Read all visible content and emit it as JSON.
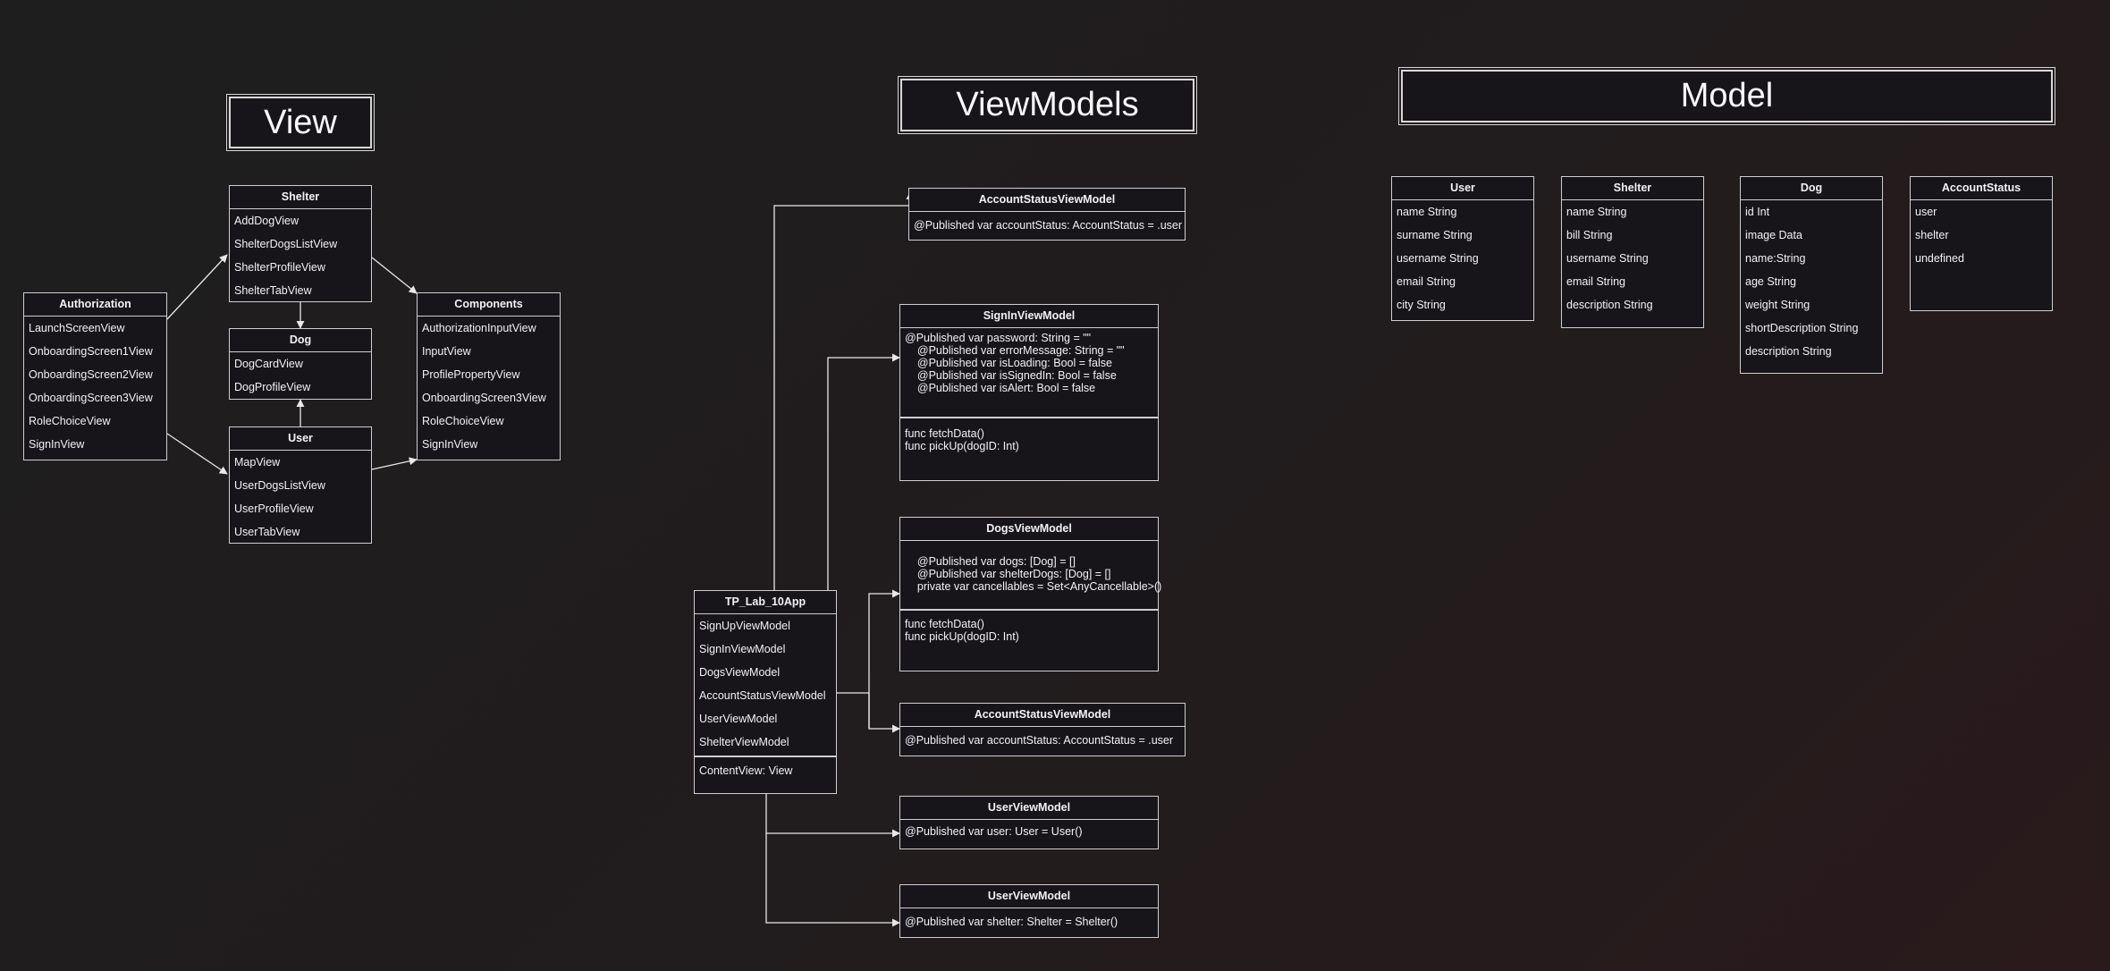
{
  "titles": {
    "view": "View",
    "viewmodels": "ViewModels",
    "model": "Model"
  },
  "view": {
    "shelter": {
      "title": "Shelter",
      "items": [
        "AddDogView",
        "ShelterDogsListView",
        "ShelterProfileView",
        "ShelterTabView"
      ]
    },
    "dog": {
      "title": "Dog",
      "items": [
        "DogCardView",
        "DogProfileView"
      ]
    },
    "user": {
      "title": "User",
      "items": [
        "MapView",
        "UserDogsListView",
        "UserProfileView",
        "UserTabView"
      ]
    },
    "authorization": {
      "title": "Authorization",
      "items": [
        "LaunchScreenView",
        "OnboardingScreen1View",
        "OnboardingScreen2View",
        "OnboardingScreen3View",
        "RoleChoiceView",
        "SignInView"
      ]
    },
    "components": {
      "title": "Components",
      "items": [
        "AuthorizationInputView",
        "InputView",
        "ProfilePropertyView",
        "OnboardingScreen3View",
        "RoleChoiceView",
        "SignInView"
      ]
    }
  },
  "viewmodels": {
    "app": {
      "title": "TP_Lab_10App",
      "items": [
        "SignUpViewModel",
        "SignInViewModel",
        "DogsViewModel",
        "AccountStatusViewModel",
        "UserViewModel",
        "ShelterViewModel"
      ],
      "footer": "ContentView: View"
    },
    "account_top": {
      "title": "AccountStatusViewModel",
      "body": "  @Published var accountStatus: AccountStatus = .user"
    },
    "signin": {
      "title": "SignInViewModel",
      "props": "@Published var password: String = \"\"\n    @Published var errorMessage: String = \"\"\n    @Published var isLoading: Bool = false\n    @Published var isSignedIn: Bool = false\n    @Published var isAlert: Bool = false",
      "funcs": "func fetchData()\nfunc pickUp(dogID: Int)"
    },
    "dogs": {
      "title": "DogsViewModel",
      "props": "\n    @Published var dogs: [Dog] = []\n    @Published var shelterDogs: [Dog] = []\n    private var cancellables = Set<AnyCancellable>()",
      "funcs": "func fetchData()\nfunc pickUp(dogID: Int)"
    },
    "account_bottom": {
      "title": "AccountStatusViewModel",
      "body": "@Published var accountStatus: AccountStatus = .user"
    },
    "user": {
      "title": "UserViewModel",
      "body": "@Published var user: User = User()"
    },
    "shelter": {
      "title": "UserViewModel",
      "body": "@Published var shelter: Shelter = Shelter()"
    }
  },
  "model": {
    "user": {
      "title": "User",
      "items": [
        "name String",
        "surname String",
        "username String",
        "email String",
        "city String"
      ]
    },
    "shelter": {
      "title": "Shelter",
      "items": [
        "name String",
        "bill String",
        "username String",
        "email String",
        "description String"
      ]
    },
    "dog": {
      "title": "Dog",
      "items": [
        "id Int",
        "image Data",
        "name:String",
        "age String",
        "weight String",
        "shortDescription String",
        "description String"
      ]
    },
    "account_status": {
      "title": "AccountStatus",
      "items": [
        "user",
        "shelter",
        "undefined"
      ]
    }
  }
}
